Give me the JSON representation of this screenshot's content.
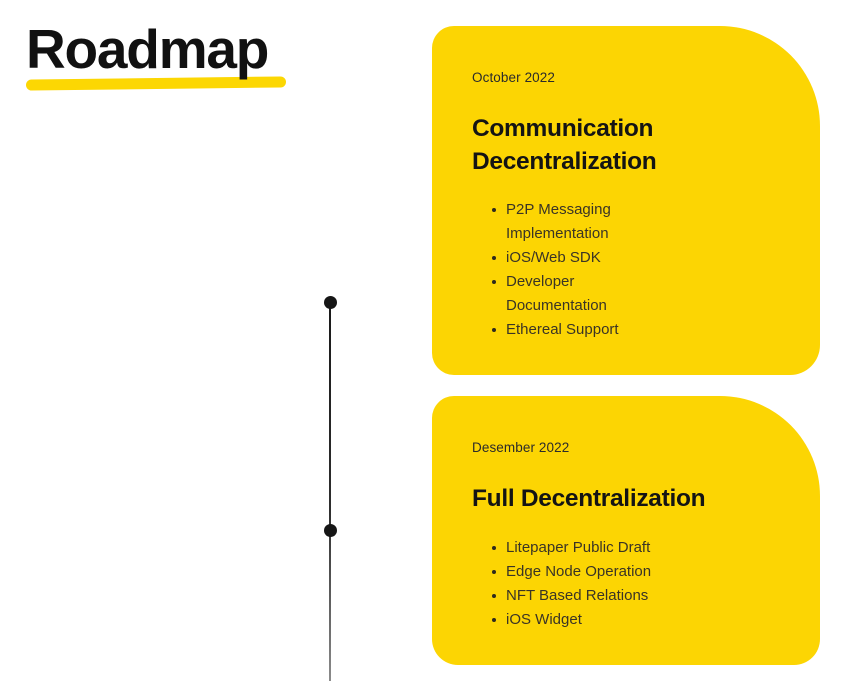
{
  "page": {
    "background": "#ffffff",
    "accent_yellow": "#FCD503",
    "ink": "#111111"
  },
  "header": {
    "title": "Roadmap",
    "underline_color": "#FCD703"
  },
  "timeline": {
    "line_color": "#1a1a1a",
    "dot_color": "#161616",
    "dots": 2
  },
  "milestones": [
    {
      "date": "October 2022",
      "title": "Communication Decentralization",
      "items": [
        "P2P Messaging Implementation",
        "iOS/Web SDK",
        "Developer Documentation",
        "Ethereal Support"
      ]
    },
    {
      "date": "Desember 2022",
      "title": "Full Decentralization",
      "items": [
        "Litepaper Public Draft",
        "Edge Node Operation",
        "NFT Based Relations",
        "iOS Widget"
      ]
    }
  ]
}
